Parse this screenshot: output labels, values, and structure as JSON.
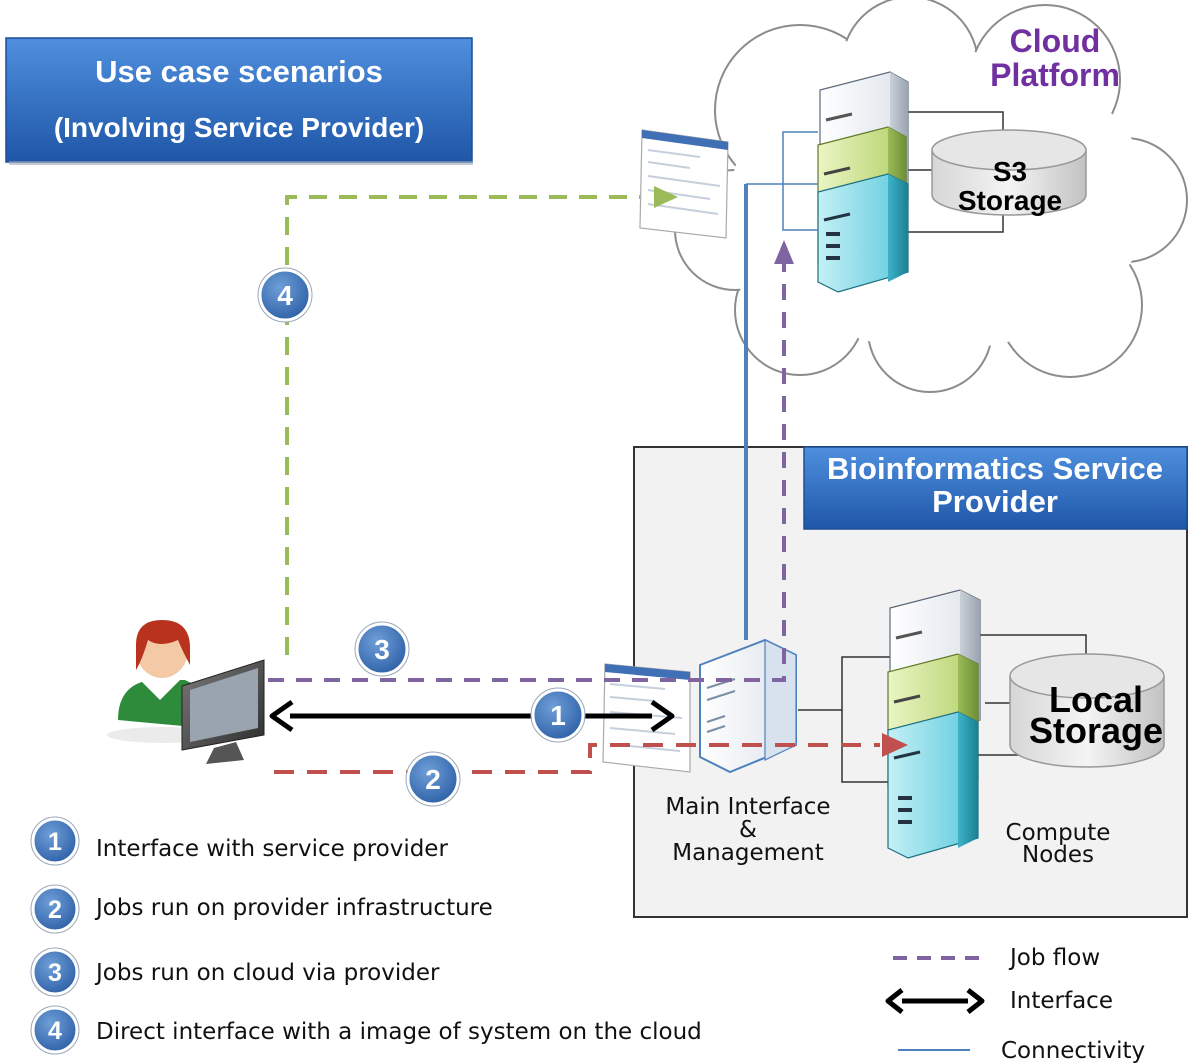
{
  "title_box": {
    "line1": "Use case scenarios",
    "line2": "(Involving Service  Provider)",
    "color": "#2f6fc6"
  },
  "cloud": {
    "title_line1": "Cloud",
    "title_line2": "Platform",
    "title_color": "#7030a0",
    "storage_line1": "S3",
    "storage_line2": "Storage"
  },
  "provider": {
    "title_line1": "Bioinformatics Service",
    "title_line2": "Provider",
    "storage_line1": "Local",
    "storage_line2": "Storage",
    "main_line1": "Main Interface",
    "main_line2": "&",
    "main_line3": "Management",
    "compute_line1": "Compute",
    "compute_line2": "Nodes"
  },
  "badges": {
    "b1": "1",
    "b2": "2",
    "b3": "3",
    "b4": "4"
  },
  "scenarios": [
    {
      "number": "1",
      "text": "Interface with service provider"
    },
    {
      "number": "2",
      "text": "Jobs run on provider infrastructure"
    },
    {
      "number": "3",
      "text": "Jobs run on cloud via provider"
    },
    {
      "number": "4",
      "text": "Direct interface with a image of system on the cloud"
    }
  ],
  "legend": {
    "job_flow": "Job flow",
    "interface": "Interface",
    "connectivity": "Connectivity"
  },
  "colors": {
    "green_dash": "#9bbb59",
    "purple_dash": "#8064a2",
    "red_dash": "#c0504d",
    "blue_line": "#4f81bd",
    "badge": "#4f81bd"
  }
}
